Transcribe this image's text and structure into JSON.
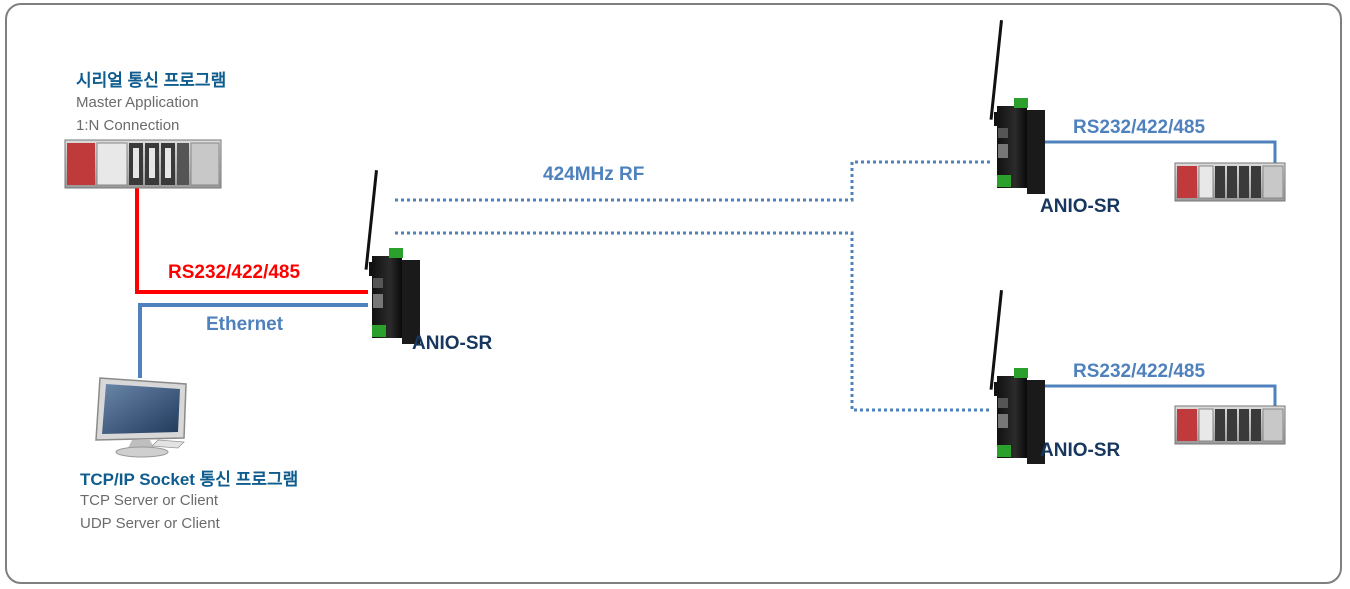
{
  "master": {
    "title": "시리얼 통신 프로그램",
    "line1": "Master Application",
    "line2": "1:N Connection"
  },
  "pc": {
    "title": "TCP/IP Socket 통신 프로그램",
    "line1": "TCP Server or Client",
    "line2": "UDP Server or Client"
  },
  "links": {
    "serial_red": "RS232/422/485",
    "ethernet": "Ethernet",
    "rf": "424MHz RF",
    "serial_top": "RS232/422/485",
    "serial_bottom": "RS232/422/485"
  },
  "devices": {
    "center": "ANIO-SR",
    "top_right": "ANIO-SR",
    "bottom_right": "ANIO-SR"
  },
  "colors": {
    "frame": "#7f7f7f",
    "serial_red": "#ff0000",
    "link_blue": "#4f81bd",
    "heading_blue": "#0f5c8e",
    "device_label": "#17375e"
  }
}
